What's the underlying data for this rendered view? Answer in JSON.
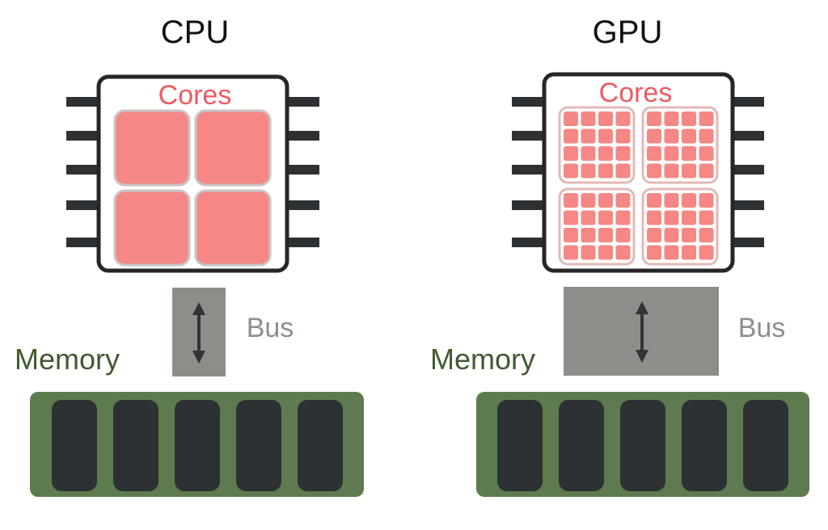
{
  "colors": {
    "chip_border": "#262626",
    "pin": "#2d3133",
    "core_fill": "#f58785",
    "core_border": "#c9c5c3",
    "cluster_border": "#e2b9b5",
    "cores_label": "#ef5961",
    "bus_fill": "#8d8e8a",
    "bus_arrow": "#2f3437",
    "bus_label": "#8a8f94",
    "memory_label": "#415a31",
    "memory_board": "#5d7b4f",
    "memory_cell": "#2d3133",
    "title": "#111111"
  },
  "cpu": {
    "title": "CPU",
    "cores_label": "Cores",
    "core_count": 4,
    "bus_label": "Bus",
    "memory_label": "Memory",
    "memory_cells": 5
  },
  "gpu": {
    "title": "GPU",
    "cores_label": "Cores",
    "cluster_count": 4,
    "cores_per_cluster": 16,
    "bus_label": "Bus",
    "memory_label": "Memory",
    "memory_cells": 5
  }
}
